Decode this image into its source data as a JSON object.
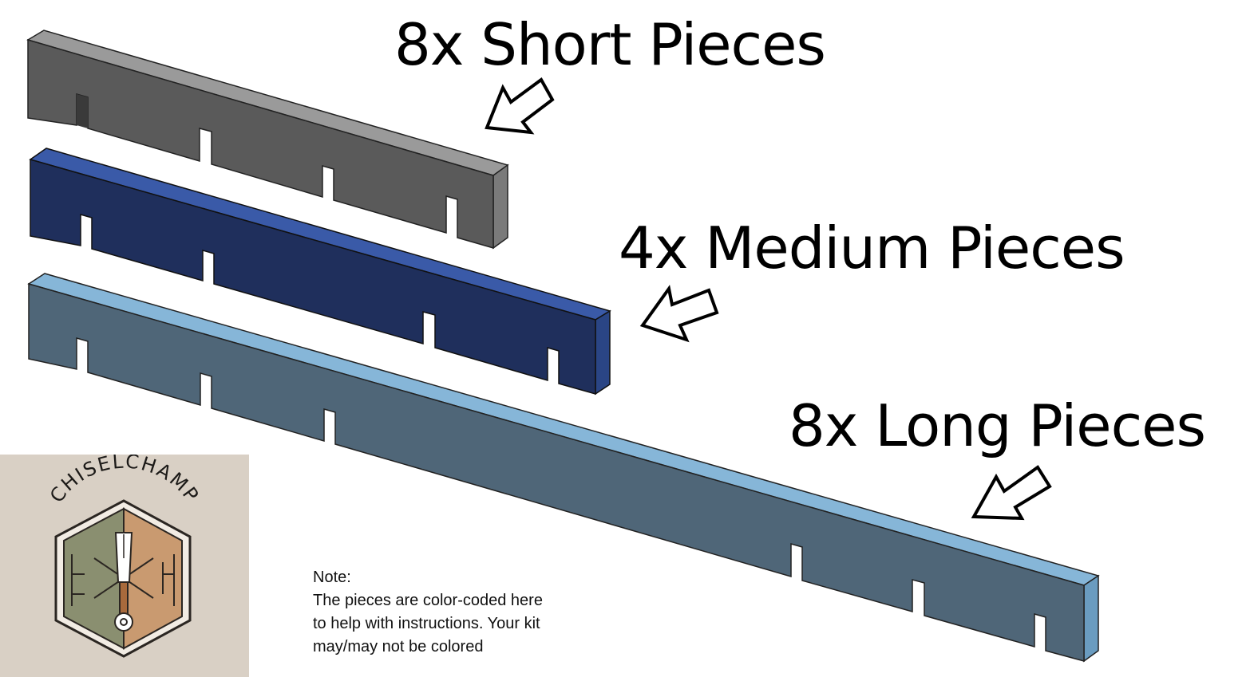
{
  "labels": {
    "short": "8x Short Pieces",
    "medium": "4x Medium Pieces",
    "long": "8x Long Pieces"
  },
  "note": {
    "title": "Note:",
    "lines": [
      "The pieces are color-coded here",
      "to help with instructions.  Your kit",
      "may/may not be colored"
    ]
  },
  "logo": {
    "text": "CHISELCHAMP",
    "colors": {
      "background": "#d9d0c5",
      "left_face": "#8a8f70",
      "right_face": "#c99a70",
      "outline": "#2b2622"
    }
  },
  "pieces": [
    {
      "name": "short",
      "count": 8,
      "colors": {
        "front": "#5a5a5a",
        "top": "#9a9a9a",
        "end": "#7a7a7a"
      }
    },
    {
      "name": "medium",
      "count": 4,
      "colors": {
        "front": "#1f2f5c",
        "top": "#3a5aa8",
        "end": "#2a4585"
      }
    },
    {
      "name": "long",
      "count": 8,
      "colors": {
        "front": "#4f6678",
        "top": "#86b6d8",
        "end": "#6a9cc0"
      }
    }
  ],
  "arrows": [
    "short",
    "medium",
    "long"
  ]
}
